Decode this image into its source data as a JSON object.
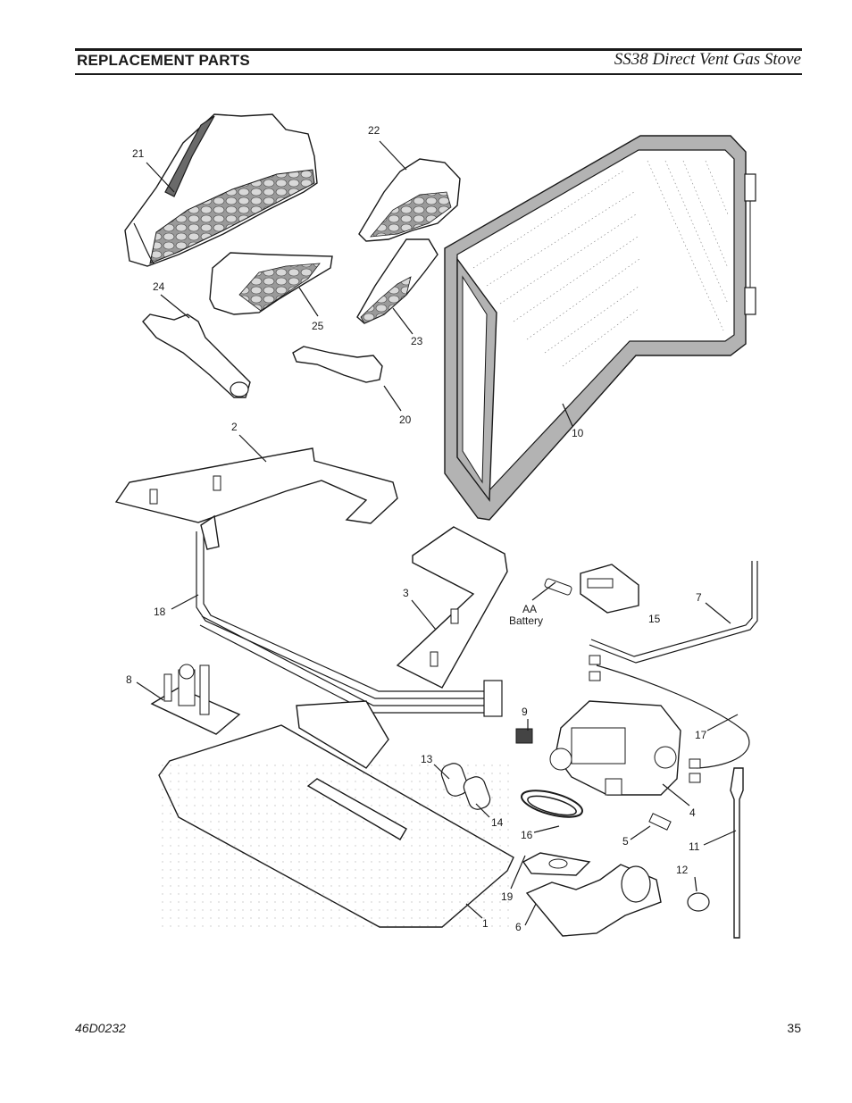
{
  "header": {
    "section_title": "REPLACEMENT PARTS",
    "product_title": "SS38 Direct Vent Gas Stove"
  },
  "footer": {
    "doc_number": "46D0232",
    "page_number": "35"
  },
  "callouts": {
    "p1": "1",
    "p2": "2",
    "p3": "3",
    "p4": "4",
    "p5": "5",
    "p6": "6",
    "p7": "7",
    "p8": "8",
    "p9": "9",
    "p10": "10",
    "p11": "11",
    "p12": "12",
    "p13": "13",
    "p14": "14",
    "p15": "15",
    "p16": "16",
    "p17": "17",
    "p18": "18",
    "p19": "19",
    "p20": "20",
    "p21": "21",
    "p22": "22",
    "p23": "23",
    "p24": "24",
    "p25": "25",
    "battery_line1": "AA",
    "battery_line2": "Battery"
  }
}
